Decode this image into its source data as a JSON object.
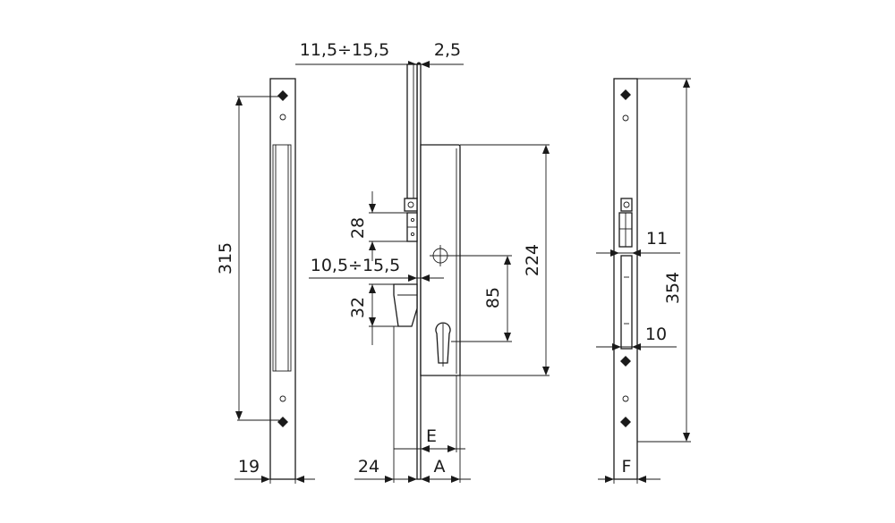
{
  "dimensions": {
    "backset_range_top": "11,5÷15,5",
    "faceplate_thickness": "2,5",
    "height_28": "28",
    "backset_range_mid": "10,5÷15,5",
    "height_32": "32",
    "strike_length": "315",
    "strike_width": "19",
    "front_24": "24",
    "label_E": "E",
    "label_A": "A",
    "body_height": "224",
    "center_distance": "85",
    "faceplate_length": "354",
    "width_11": "11",
    "width_10": "10",
    "label_F": "F"
  }
}
